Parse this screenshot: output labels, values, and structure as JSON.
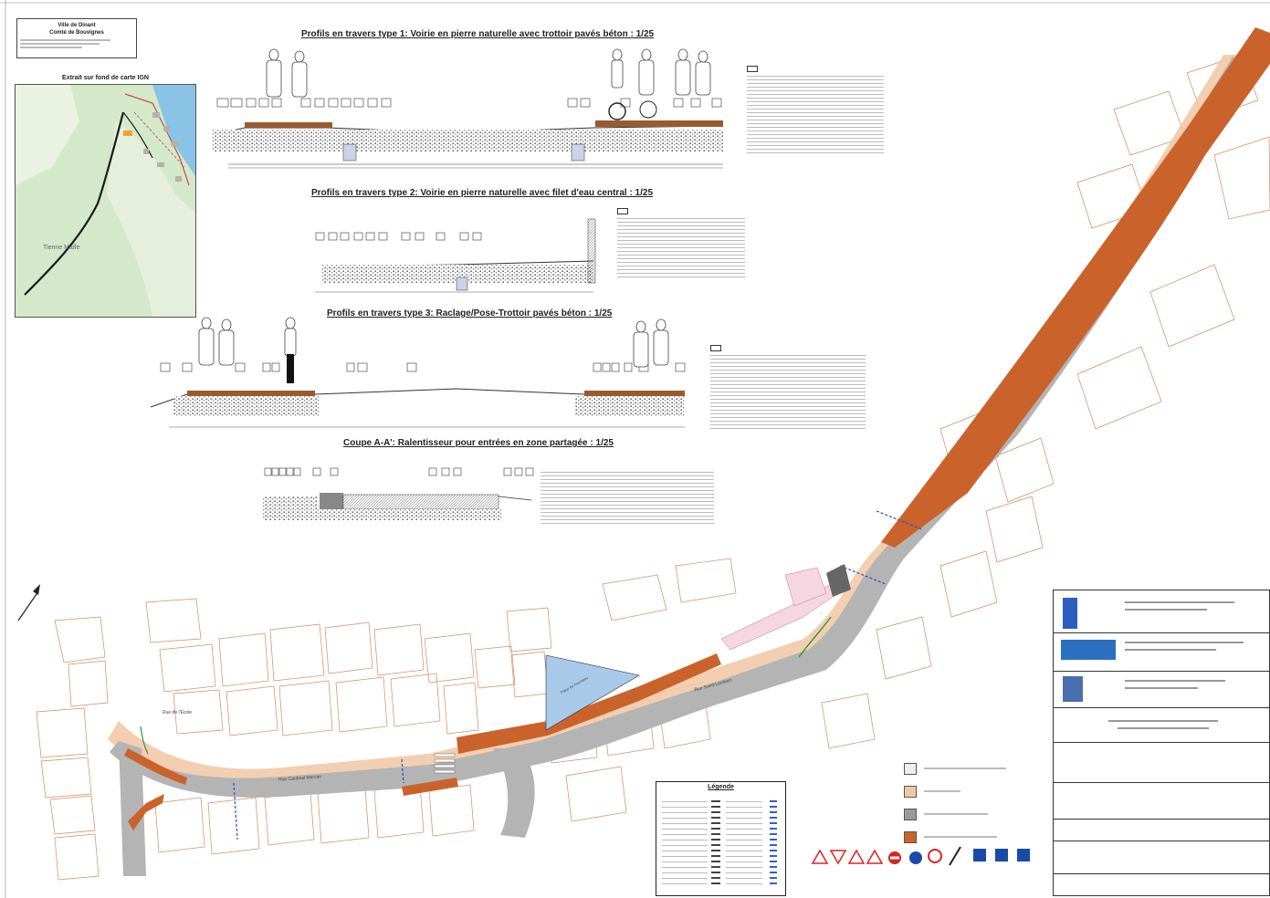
{
  "header": {
    "line1": "Ville de Dinant",
    "line2": "Comté de Bouvignes"
  },
  "ign_map": {
    "title": "Extrait sur fond de carte IGN",
    "label": "Tienne Maffe"
  },
  "sections": {
    "s1": "Profils en travers type 1: Voirie en pierre naturelle avec trottoir pavés béton : 1/25",
    "s2": "Profils en travers type 2: Voirie en pierre naturelle avec filet d'eau central : 1/25",
    "s3": "Profils en travers type 3: Raclage/Pose-Trottoir pavés béton : 1/25",
    "s4": "Coupe A-A': Ralentisseur pour entrées en zone partagée : 1/25"
  },
  "plan": {
    "street_main": "Rue Cardinal Mercier",
    "street_place": "Place du Fourneau",
    "street_left": "Rue de l'Ecole",
    "street_right": "Rue Saint-Lambert"
  },
  "legendes": {
    "title": "Légende"
  },
  "colors": {
    "orange": "#c9632b",
    "light_orange": "#f2c9a7",
    "gray": "#b4b4b4",
    "pink": "#f6d6e0",
    "blue_plaza": "#a9c9e8",
    "parcel_line": "#d58a5e"
  }
}
